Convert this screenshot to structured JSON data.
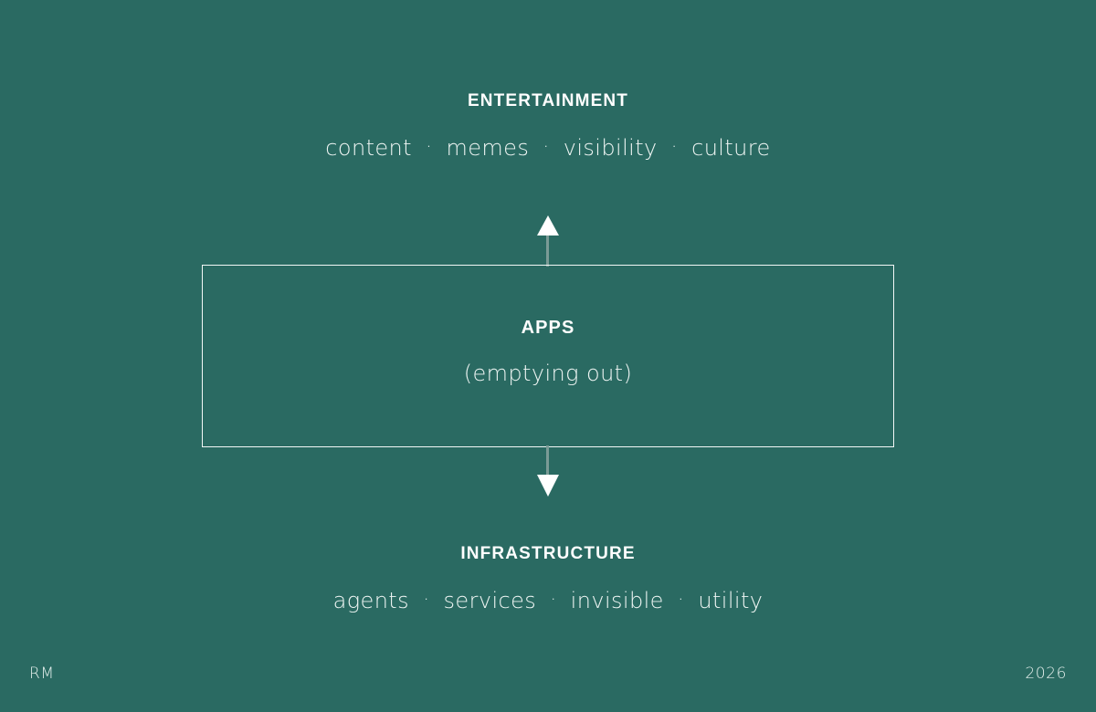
{
  "theme": {
    "background": "#2a6a62",
    "text": "#ffffff",
    "muted_text": "#eef5f3",
    "border": "#f2f7f6",
    "arrow_stem": "#7a9b96",
    "arrow_head": "#ffffff"
  },
  "diagram": {
    "type": "layered-stack",
    "top_tier": {
      "title": "ENTERTAINMENT",
      "keywords": [
        "content",
        "memes",
        "visibility",
        "culture"
      ],
      "separator": "·"
    },
    "middle_tier": {
      "title": "APPS",
      "subtitle": "(emptying out)"
    },
    "bottom_tier": {
      "title": "INFRASTRUCTURE",
      "keywords": [
        "agents",
        "services",
        "invisible",
        "utility"
      ],
      "separator": "·"
    },
    "arrows": [
      {
        "name": "arrow-up-to-entertainment",
        "direction": "up"
      },
      {
        "name": "arrow-down-to-infrastructure",
        "direction": "down"
      }
    ]
  },
  "footer": {
    "initials": "RM",
    "year": "2026"
  }
}
